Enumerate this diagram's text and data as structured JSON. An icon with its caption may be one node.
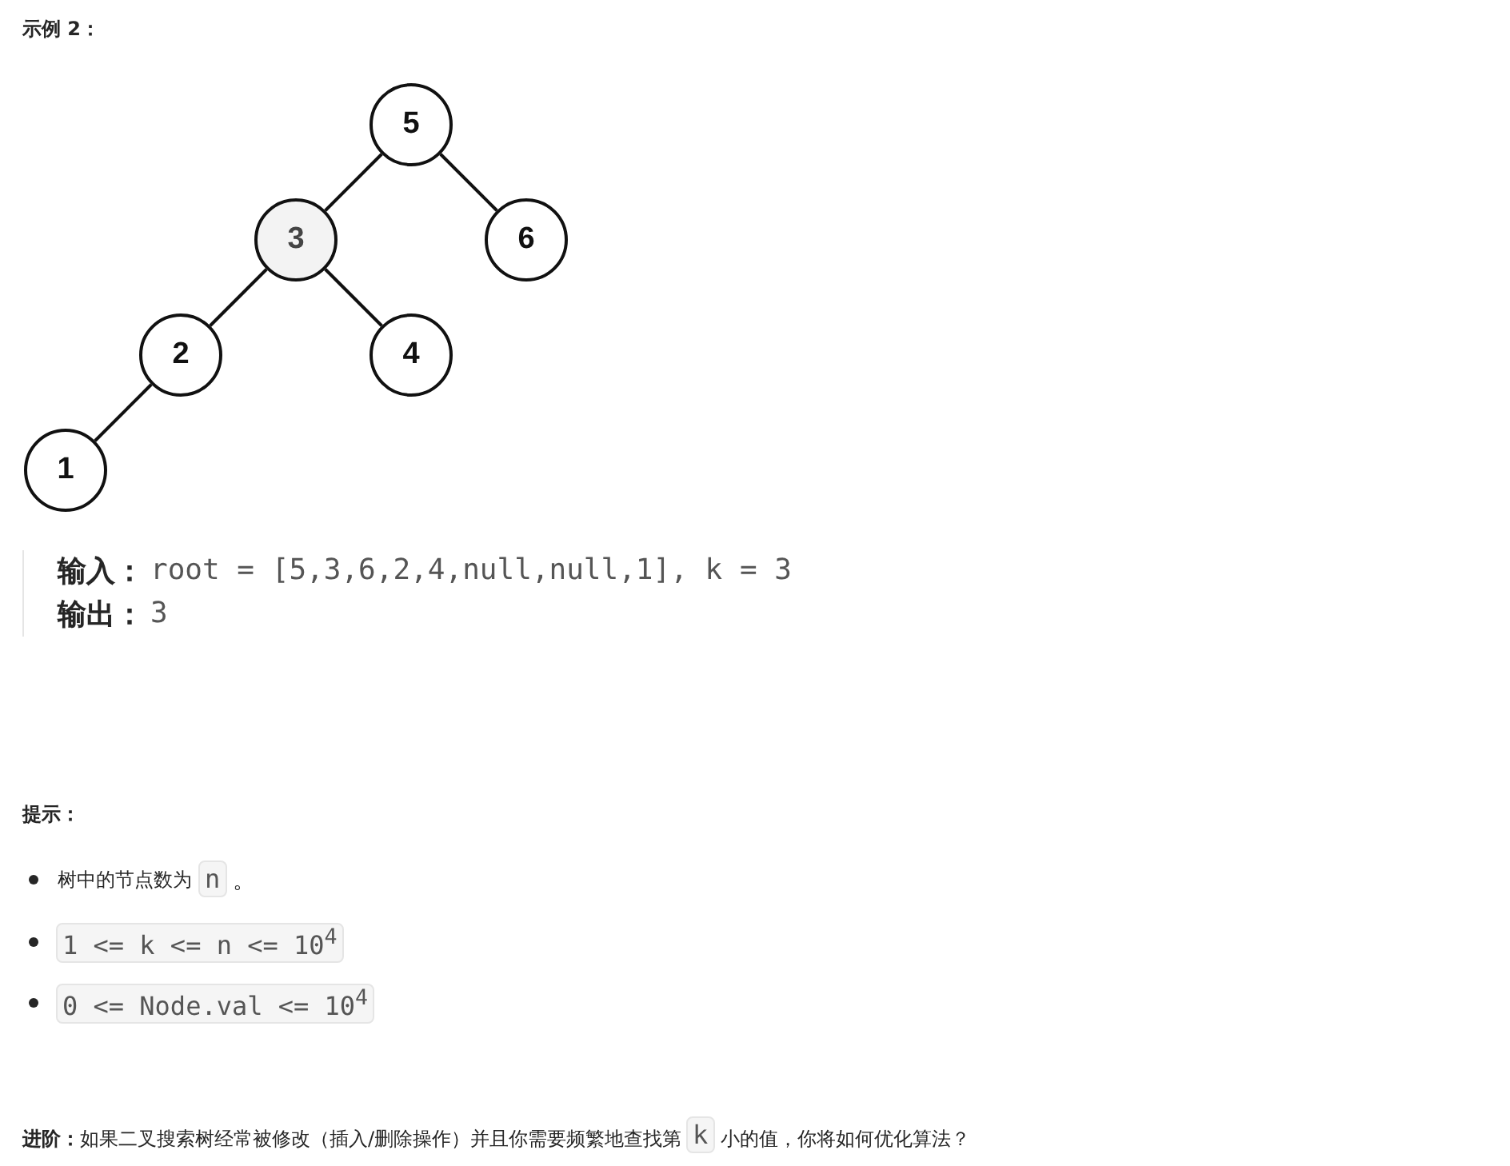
{
  "diagram": {
    "title": "示例 2：",
    "nodes": [
      {
        "text": [
          "5"
        ]
      },
      {
        "text": [
          "3"
        ]
      },
      {
        "text": [
          "6"
        ]
      },
      {
        "text": [
          "2"
        ]
      },
      {
        "text": [
          "4"
        ]
      },
      {
        "text": [
          "1"
        ]
      }
    ],
    "edges": [
      {
        "from": 0,
        "to": 1,
        "arrow": "none"
      },
      {
        "from": 0,
        "to": 2,
        "arrow": "none"
      },
      {
        "from": 1,
        "to": 3,
        "arrow": "none"
      },
      {
        "from": 1,
        "to": 4,
        "arrow": "none"
      },
      {
        "from": 3,
        "to": 5,
        "arrow": "none"
      }
    ],
    "labels": [
      "输入：",
      "root = [5,3,6,2,4,null,null,1], k = 3",
      "输出：",
      "3",
      "提示：",
      "树中的节点数为",
      "n",
      "。",
      "1 <= k <= n <= 10$^{4}$",
      "0 <= Node.val <= 10$^{4}$",
      "**进阶：**如果二叉搜索树经常被修改（插入/删除操作）并且你需要频繁地查找第",
      "k",
      "小的值，你将如何优化算法？"
    ]
  }
}
